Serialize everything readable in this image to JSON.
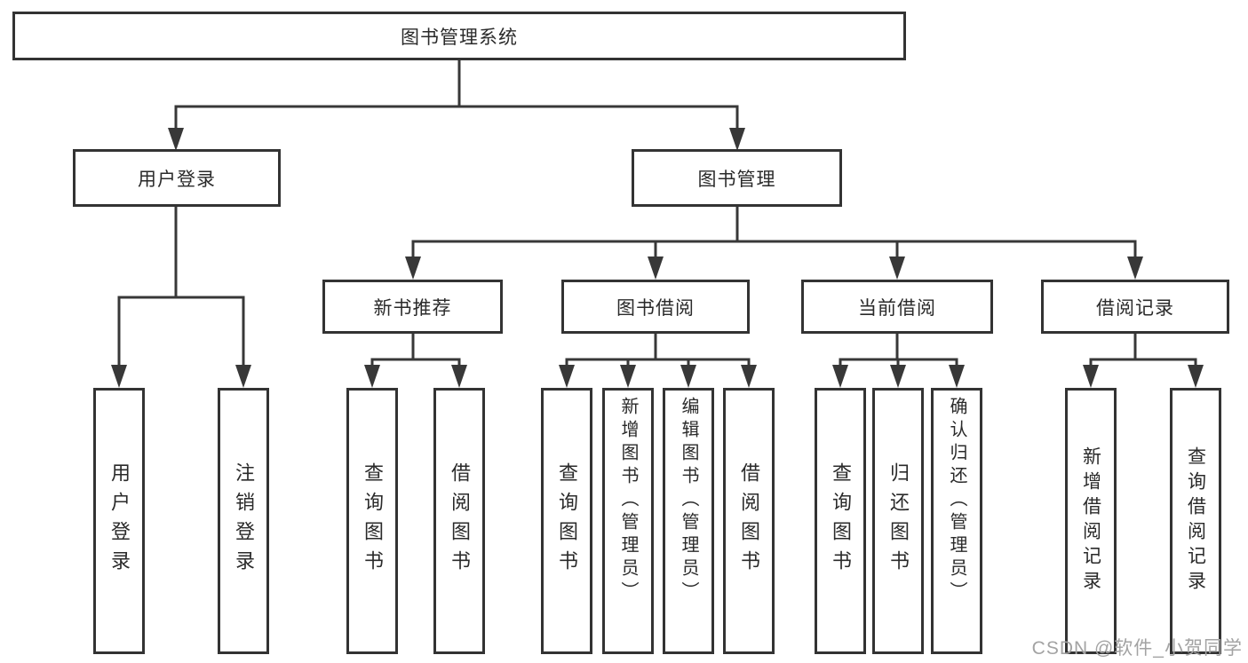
{
  "tree": {
    "root": {
      "label": "图书管理系统"
    },
    "branches": [
      {
        "label": "用户登录",
        "children": [
          {
            "label": "用户登录"
          },
          {
            "label": "注销登录"
          }
        ]
      },
      {
        "label": "图书管理",
        "children": [
          {
            "label": "新书推荐",
            "children": [
              {
                "label": "查询图书"
              },
              {
                "label": "借阅图书"
              }
            ]
          },
          {
            "label": "图书借阅",
            "children": [
              {
                "label": "查询图书"
              },
              {
                "label": "新增图书（管理员）"
              },
              {
                "label": "编辑图书（管理员）"
              },
              {
                "label": "借阅图书"
              }
            ]
          },
          {
            "label": "当前借阅",
            "children": [
              {
                "label": "查询图书"
              },
              {
                "label": "归还图书"
              },
              {
                "label": "确认归还（管理员）"
              }
            ]
          },
          {
            "label": "借阅记录",
            "children": [
              {
                "label": "新增借阅记录"
              },
              {
                "label": "查询借阅记录"
              }
            ]
          }
        ]
      }
    ]
  },
  "watermark": {
    "text": "CSDN @软件_小贺同学"
  },
  "colors": {
    "line": "#383838",
    "box_border": "#333333",
    "text": "#2a2a2a",
    "watermark": "#a3a3a3",
    "background": "#ffffff"
  }
}
